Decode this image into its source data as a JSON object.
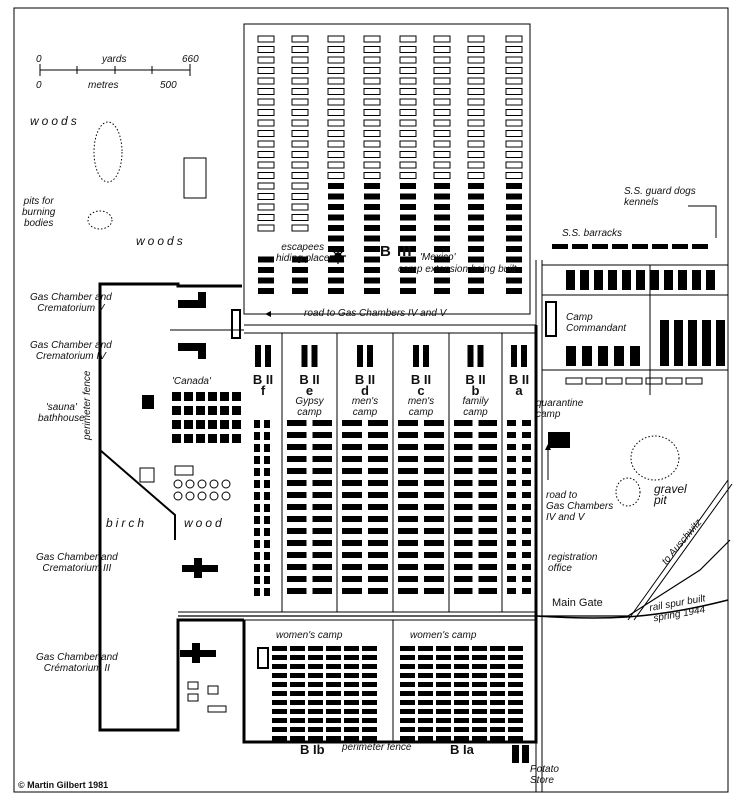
{
  "scale": {
    "yards_label": "yards",
    "metres_label": "metres",
    "yards_0": "0",
    "yards_max": "660",
    "metres_0": "0",
    "metres_max": "500"
  },
  "labels": {
    "woods1": "woods",
    "woods2": "woods",
    "pits": "pits for\nburning\nbodies",
    "ss_dogs": "S.S. guard dogs\nkennels",
    "ss_barracks": "S.S. barracks",
    "escapees": "escapees\nhiding place",
    "biii": "B III",
    "mexico": "'Mexico'",
    "mexico_sub": "camp extension being built",
    "road_gc": "road to Gas Chambers IV and V",
    "camp_commandant": "Camp\nCommandant",
    "gc5": "Gas Chamber and\nCrematorium V",
    "gc4": "Gas Chamber and\nCrematorium IV",
    "canada": "'Canada'",
    "sauna": "'sauna'\nbathhouse",
    "fence_v": "perimeter fence",
    "birch": "birch",
    "wood": "wood",
    "gc3": "Gas Chamber and\nCrematorium III",
    "gc2": "Gas Chamber and\nCrématorium II",
    "quarantine": "quarantine\ncamp",
    "road_gc2": "road to\nGas Chambers\nIV and V",
    "gravel": "gravel\npit",
    "registration": "registration\noffice",
    "main_gate": "Main Gate",
    "to_auschwitz": "to Auschwitz",
    "rail_spur": "rail spur built\nspring 1944",
    "womens1": "women's camp",
    "womens2": "women's camp",
    "blb": "B Ib",
    "bla": "B Ia",
    "perimeter_fence": "perimeter fence",
    "potato": "Potato\nStore",
    "copyright": "© Martin Gilbert 1981"
  },
  "sections": [
    {
      "id": "bii-f",
      "code": "B II",
      "letter": "f",
      "sub": ""
    },
    {
      "id": "bii-e",
      "code": "B II",
      "letter": "e",
      "sub": "Gypsy\ncamp"
    },
    {
      "id": "bii-d",
      "code": "B II",
      "letter": "d",
      "sub": "men's\ncamp"
    },
    {
      "id": "bii-c",
      "code": "B II",
      "letter": "c",
      "sub": "men's\ncamp"
    },
    {
      "id": "bii-b",
      "code": "B II",
      "letter": "b",
      "sub": "family\ncamp"
    },
    {
      "id": "bii-a",
      "code": "B II",
      "letter": "a",
      "sub": ""
    }
  ]
}
